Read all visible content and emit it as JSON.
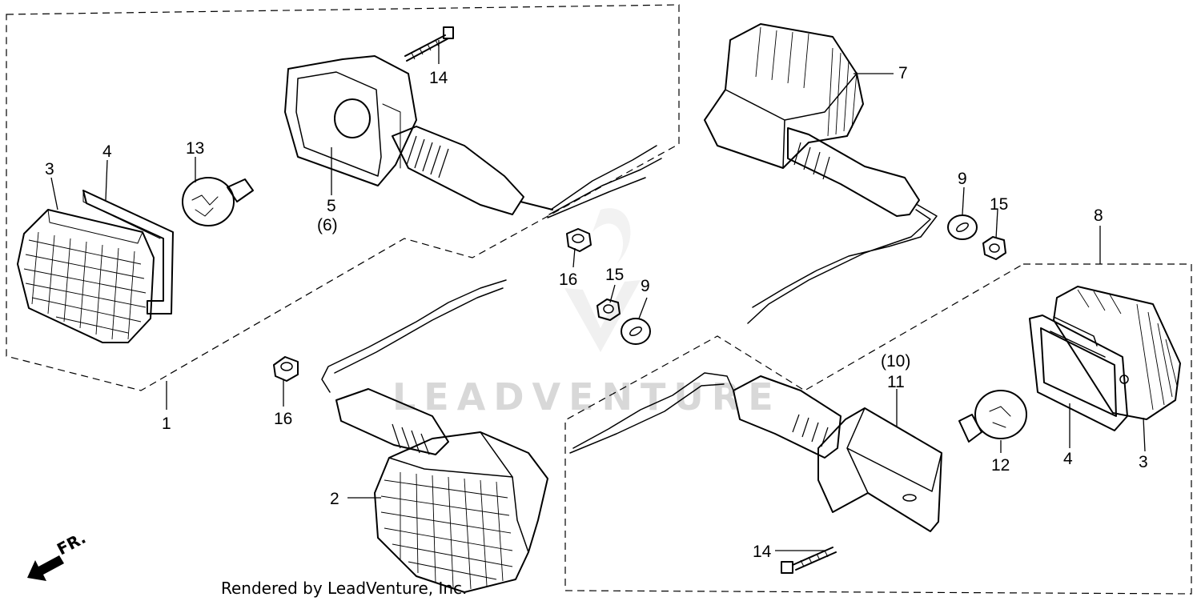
{
  "watermark": "LEADVENTURE",
  "credit": "Rendered by LeadVenture, Inc.",
  "direction_label": "FR.",
  "callouts": {
    "c1": "1",
    "c2": "2",
    "c3a": "3",
    "c3b": "3",
    "c4a": "4",
    "c4b": "4",
    "c5": "5",
    "c6": "(6)",
    "c7": "7",
    "c8": "8",
    "c9a": "9",
    "c9b": "9",
    "c10": "(10)",
    "c11": "11",
    "c12": "12",
    "c13": "13",
    "c14a": "14",
    "c14b": "14",
    "c15a": "15",
    "c15b": "15",
    "c16a": "16",
    "c16b": "16"
  }
}
